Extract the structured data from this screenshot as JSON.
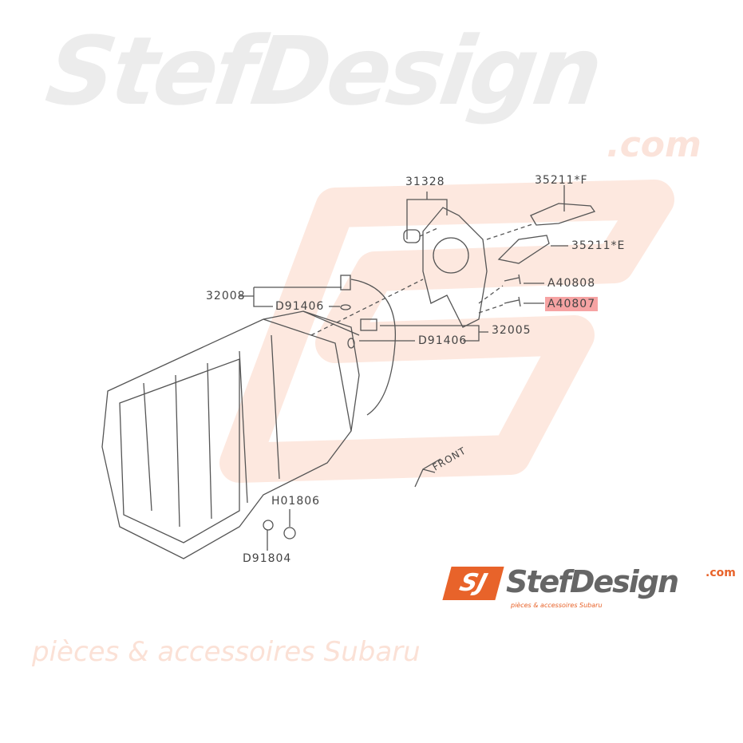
{
  "watermark": {
    "brand": "StefDesign",
    "domain": ".com",
    "tagline": "pièces & accessoires Subaru"
  },
  "parts": {
    "p31328": "31328",
    "p35211f": "35211*F",
    "p35211e": "35211*E",
    "a40808": "A40808",
    "a40807": "A40807",
    "p32008": "32008",
    "d91406_upper": "D91406",
    "p32005": "32005",
    "d91406_lower": "D91406",
    "h01806": "H01806",
    "d91804": "D91804"
  },
  "direction": {
    "front": "FRONT"
  },
  "highlight_color": "#f6a3a3",
  "logo": {
    "mark": "SJ",
    "name": "StefDesign",
    "domain": ".com",
    "tagline": "pièces & accessoires Subaru"
  }
}
